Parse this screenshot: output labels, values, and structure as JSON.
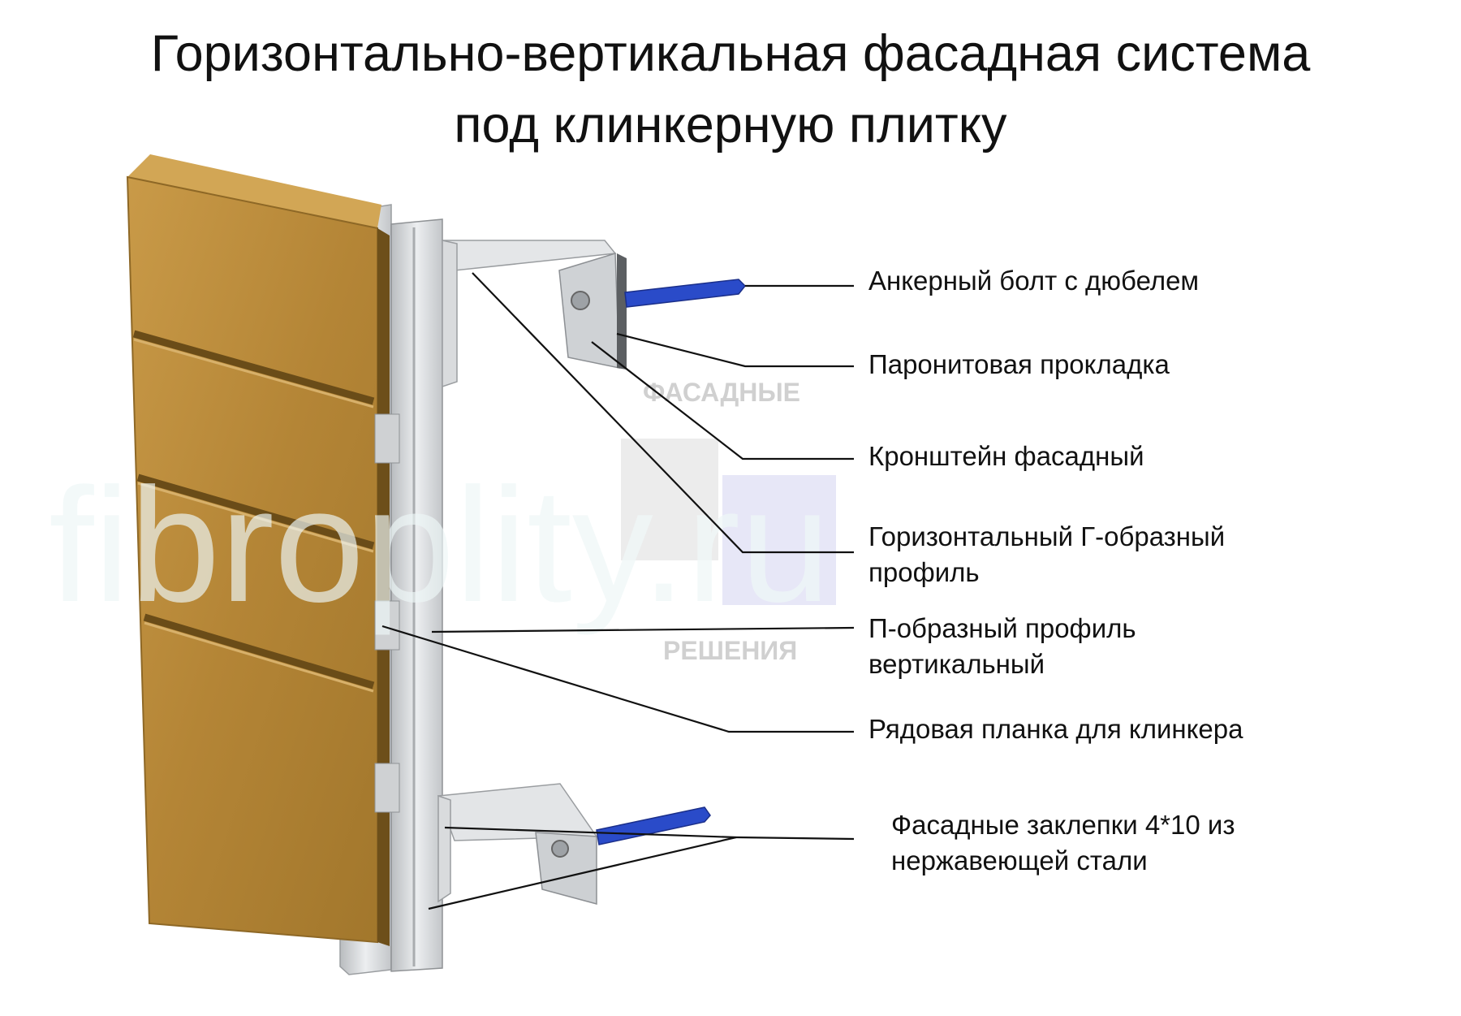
{
  "title": {
    "line1": "Горизонтально-вертикальная фасадная система",
    "line2": "под клинкерную плитку"
  },
  "watermark": {
    "text": "fibroplity.ru",
    "logo_top": "ФАСАДНЫЕ",
    "logo_bottom": "РЕШЕНИЯ"
  },
  "labels": [
    {
      "lines": [
        "Анкерный болт с дюбелем"
      ]
    },
    {
      "lines": [
        "Паронитовая прокладка"
      ]
    },
    {
      "lines": [
        "Кронштейн фасадный"
      ]
    },
    {
      "lines": [
        "Горизонтальный Г-образный",
        "профиль"
      ]
    },
    {
      "lines": [
        "П-образный профиль",
        "вертикальный"
      ]
    },
    {
      "lines": [
        "Рядовая планка для клинкера"
      ]
    },
    {
      "lines": [
        "Фасадные заклепки 4*10 из",
        "нержавеющей стали"
      ]
    }
  ],
  "colors": {
    "brick": "#b98a3c",
    "brick_dark": "#7d5a1e",
    "metal": "#d4d6d8",
    "dowel": "#2a4bc9"
  }
}
